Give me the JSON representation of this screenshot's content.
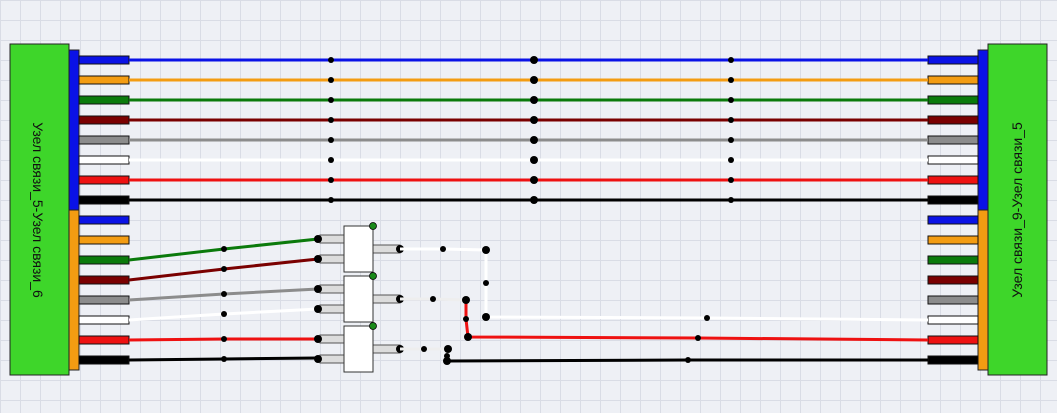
{
  "left_node": {
    "label": "Узел связи_5-Узел связи_6"
  },
  "right_node": {
    "label": "Узел связи_9-Узел связи_5"
  },
  "colors": {
    "node_fill": "#3ed62a",
    "bus_top": "#0a12e6",
    "bus_bottom": "#f39c12",
    "wire_blue": "#0a12e6",
    "wire_orange": "#f39c12",
    "wire_green": "#0b7a0b",
    "wire_brown": "#7a0000",
    "wire_gray": "#8c8c8c",
    "wire_white": "#ffffff",
    "wire_red": "#ee1111",
    "wire_black": "#000000"
  },
  "cable_1": {
    "wires": [
      {
        "color": "blue"
      },
      {
        "color": "orange"
      },
      {
        "color": "green"
      },
      {
        "color": "brown"
      },
      {
        "color": "gray"
      },
      {
        "color": "white"
      },
      {
        "color": "red"
      },
      {
        "color": "black"
      }
    ]
  },
  "cable_2": {
    "wires": [
      {
        "color": "blue"
      },
      {
        "color": "orange"
      },
      {
        "color": "green"
      },
      {
        "color": "brown"
      },
      {
        "color": "gray"
      },
      {
        "color": "white"
      },
      {
        "color": "red"
      },
      {
        "color": "black"
      }
    ]
  },
  "connectors": [
    {
      "pins": 2
    },
    {
      "pins": 2
    },
    {
      "pins": 2
    }
  ]
}
